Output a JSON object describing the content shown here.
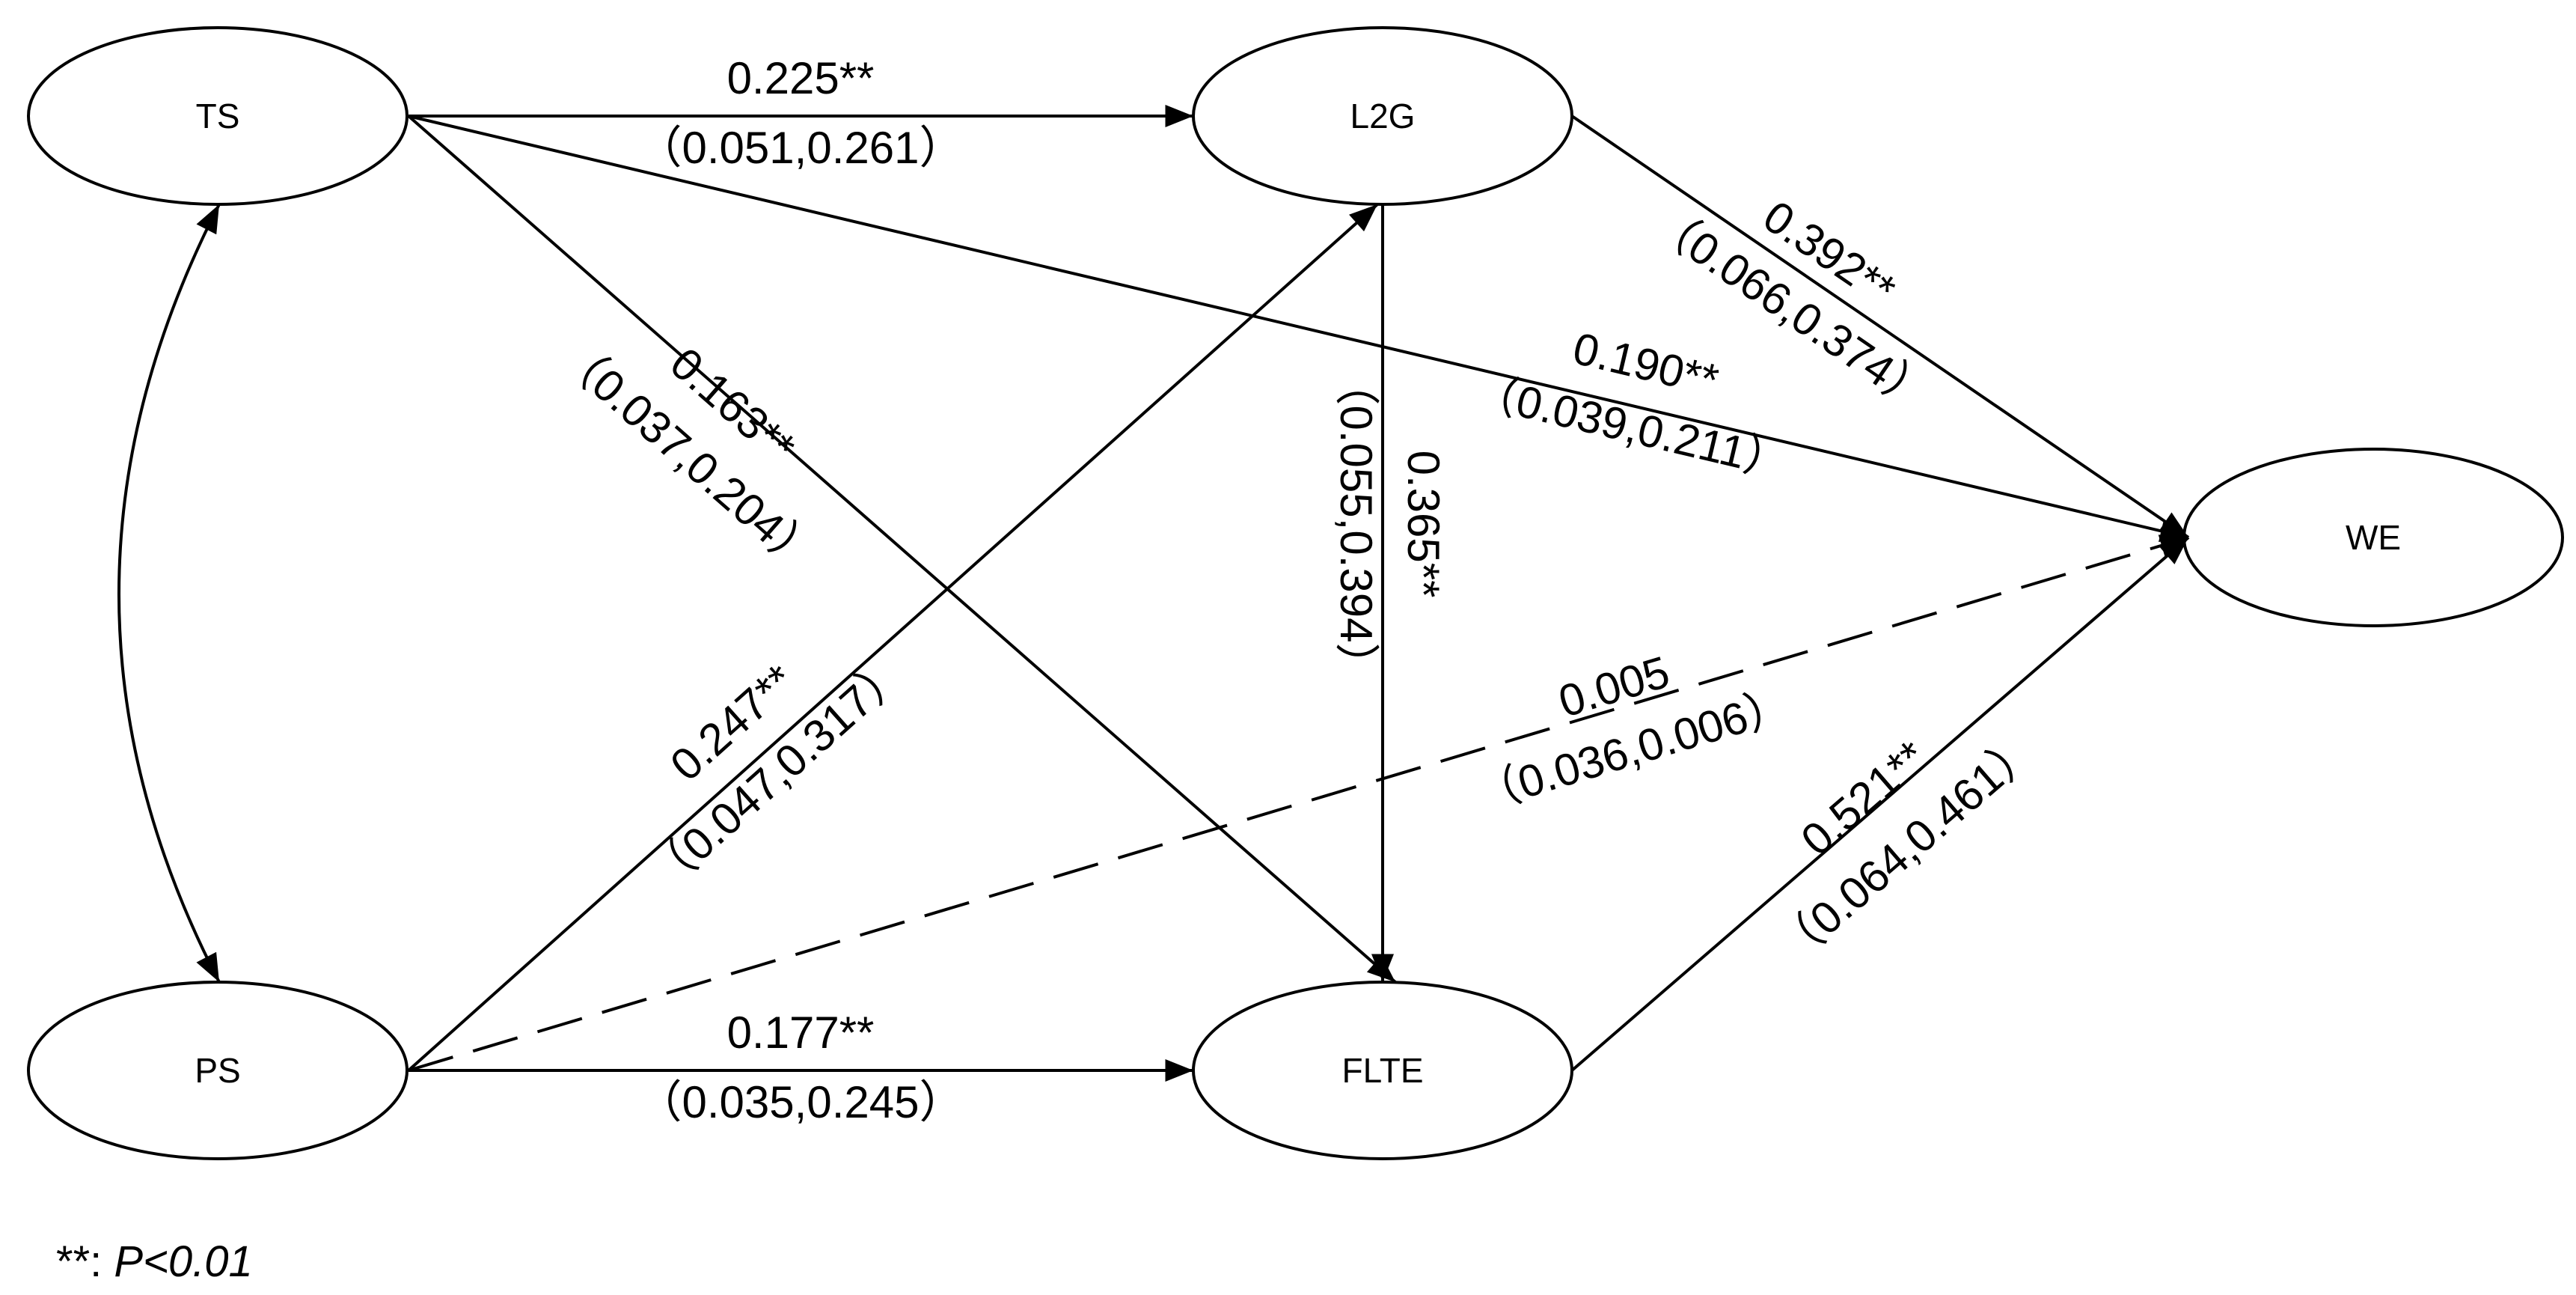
{
  "nodes": {
    "ts": "TS",
    "ps": "PS",
    "l2g": "L2G",
    "flte": "FLTE",
    "we": "WE"
  },
  "paths": [
    {
      "id": "ts-l2g",
      "from": "TS",
      "to": "L2G",
      "coef": "0.225**",
      "ci": "（0.051,0.261）",
      "significant": true
    },
    {
      "id": "ps-flte",
      "from": "PS",
      "to": "FLTE",
      "coef": "0.177**",
      "ci": "（0.035,0.245）",
      "significant": true
    },
    {
      "id": "ts-flte",
      "from": "TS",
      "to": "FLTE",
      "coef": "0.163**",
      "ci": "（0.037,0.204）",
      "significant": true
    },
    {
      "id": "ps-l2g",
      "from": "PS",
      "to": "L2G",
      "coef": "0.247**",
      "ci": "（0.047,0.317）",
      "significant": true
    },
    {
      "id": "l2g-flte",
      "from": "L2G",
      "to": "FLTE",
      "coef": "0.365**",
      "ci": "（0.055,0.394）",
      "significant": true
    },
    {
      "id": "l2g-we",
      "from": "L2G",
      "to": "WE",
      "coef": "0.392**",
      "ci": "（0.066,0.374）",
      "significant": true
    },
    {
      "id": "ts-we",
      "from": "TS",
      "to": "WE",
      "coef": "0.190**",
      "ci": "（0.039,0.211）",
      "significant": true
    },
    {
      "id": "ps-we",
      "from": "PS",
      "to": "WE",
      "coef": "0.005",
      "ci": "（0.036,0.006）",
      "significant": false
    },
    {
      "id": "flte-we",
      "from": "FLTE",
      "to": "WE",
      "coef": "0.521**",
      "ci": "（0.064,0.461）",
      "significant": true
    }
  ],
  "correlation": {
    "between": [
      "TS",
      "PS"
    ]
  },
  "note": {
    "prefix": "**: ",
    "text": "P<0.01"
  }
}
